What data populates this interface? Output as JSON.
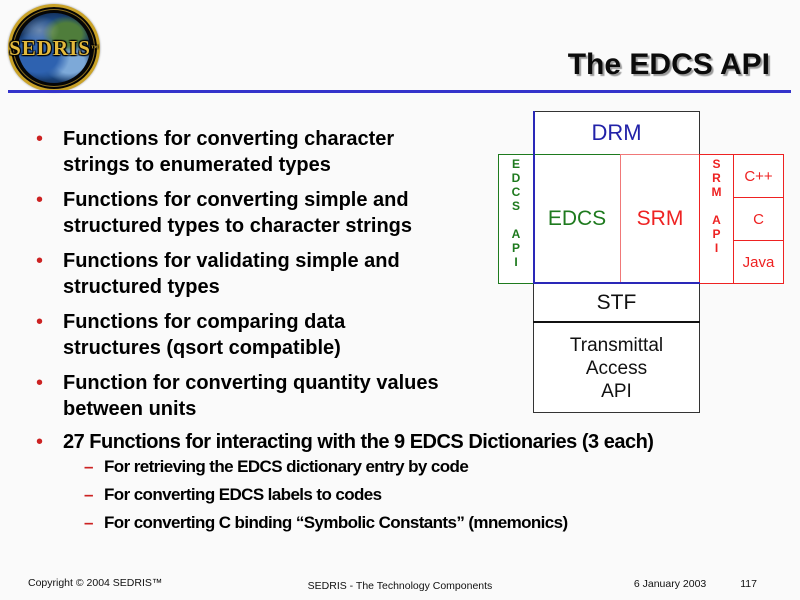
{
  "logo": {
    "text": "SEDRIS",
    "trademark": "™"
  },
  "header": {
    "title": "The EDCS API"
  },
  "bullets": {
    "glyph": "•",
    "items": [
      "Functions for converting character\nstrings to enumerated types",
      "Functions for converting simple and\nstructured types to character strings",
      "Functions for validating simple and\nstructured types",
      "Functions for comparing data\nstructures (qsort compatible)",
      "Function for converting quantity values\nbetween units"
    ],
    "summary": "27 Functions for interacting with the 9 EDCS Dictionaries (3 each)",
    "dash": "–",
    "sub_items": [
      "For retrieving the EDCS dictionary entry by code",
      "For converting EDCS labels to codes",
      "For converting C binding “Symbolic Constants” (mnemonics)"
    ]
  },
  "diagram": {
    "drm": "DRM",
    "edcs_api_vertical": "E\nD\nC\nS\n\nA\nP\nI",
    "edcs": "EDCS",
    "srm": "SRM",
    "srm_api_vertical": "S\nR\nM\n\nA\nP\nI",
    "languages": [
      "C++",
      "C",
      "Java"
    ],
    "stf": "STF",
    "transmittal": "Transmittal\nAccess\nAPI"
  },
  "footer": {
    "copyright": "Copyright © 2004 SEDRIS™",
    "center": "SEDRIS - The Technology Components",
    "date": "6 January 2003",
    "page": "117"
  },
  "colors": {
    "title_rule_blue": "#3433CB",
    "drm_blue": "#2222A8",
    "edcs_green": "#1E7A1E",
    "srm_red": "#EE2222",
    "srm_box_border": "#F07878",
    "bullet_red": "#CC2222",
    "logo_gold": "#C9A227"
  }
}
